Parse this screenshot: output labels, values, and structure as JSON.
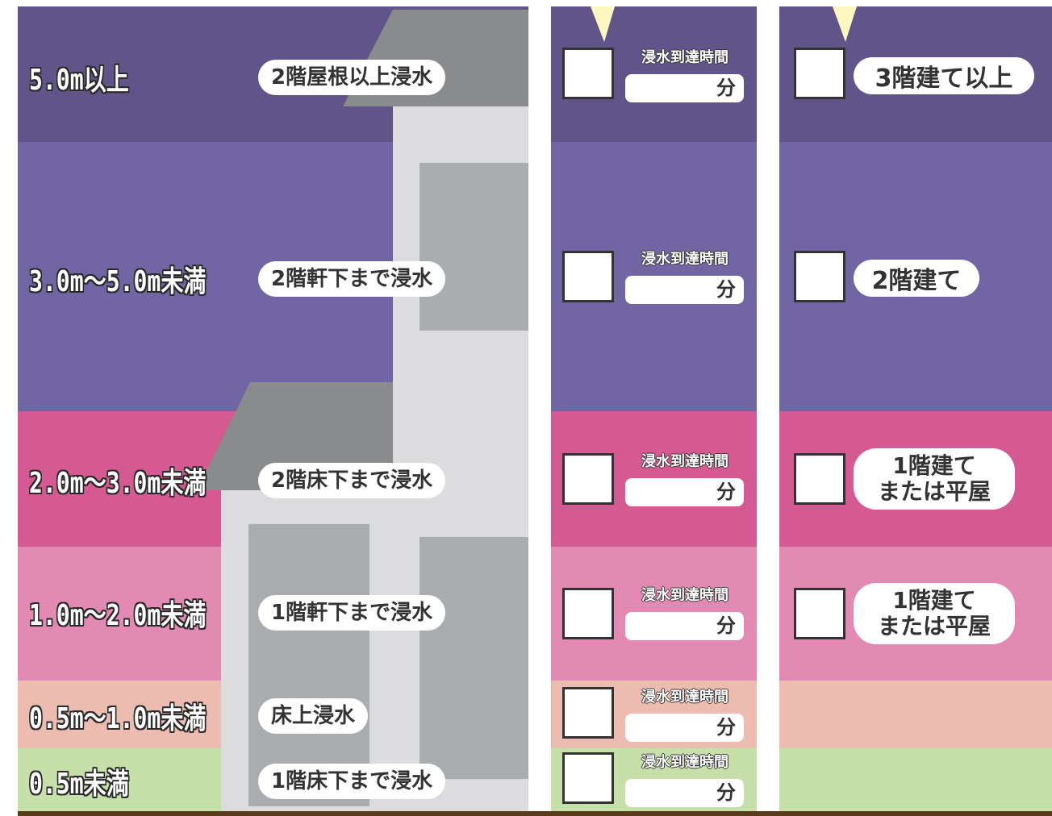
{
  "levels": [
    {
      "depth": "5.0m以上",
      "damage": "2階屋根以上浸水",
      "floors": "3階建て以上"
    },
    {
      "depth": "3.0m〜5.0m未満",
      "damage": "2階軒下まで浸水",
      "floors": "2階建て"
    },
    {
      "depth": "2.0m〜3.0m未満",
      "damage": "2階床下まで浸水",
      "floors": "1階建て\nまたは平屋"
    },
    {
      "depth": "1.0m〜2.0m未満",
      "damage": "1階軒下まで浸水",
      "floors": "1階建て\nまたは平屋"
    },
    {
      "depth": "0.5m〜1.0m未満",
      "damage": "床上浸水",
      "floors": ""
    },
    {
      "depth": "0.5m未満",
      "damage": "1階床下まで浸水",
      "floors": ""
    }
  ],
  "arrival": {
    "label": "浸水到達時間",
    "unit": "分"
  },
  "colors": {
    "band_5m_plus": "#615489",
    "band_3_5m": "#7265a4",
    "band_2_3m": "#d65a92",
    "band_1_2m": "#e28ab3",
    "band_05_1m": "#ecbcb1",
    "band_under_05m": "#c7dfa9",
    "house_wall": "#dcdcde",
    "house_window": "#aaadb0",
    "house_roof": "#8a8b8d"
  }
}
